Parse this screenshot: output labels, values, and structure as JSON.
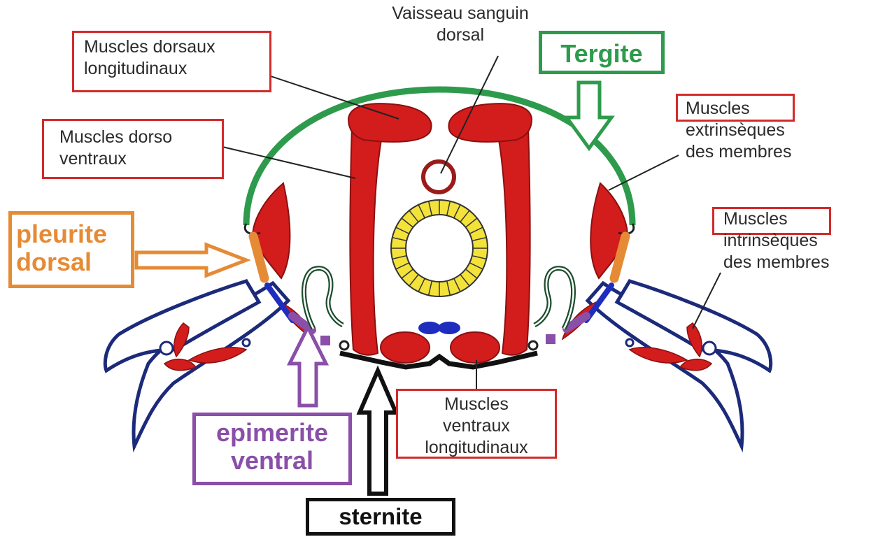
{
  "colors": {
    "tergite": "#2e9b4c",
    "pleurite": "#e58b35",
    "epimerite": "#8a4fa8",
    "sternite": "#111111",
    "muscle": "#d31c1c",
    "label_box": "#d42a2a",
    "intestine": "#f2e23a",
    "nerve": "#1f2dbf"
  },
  "labels": {
    "vaisseau": [
      "Vaisseau sanguin",
      "dorsal"
    ],
    "dorsaux_long": [
      "Muscles dorsaux",
      "longitudinaux"
    ],
    "dorso_ventraux": [
      "Muscles dorso",
      "ventraux"
    ],
    "extrinseques": [
      "Muscles",
      "extrinsèques",
      "des membres"
    ],
    "intrinseques": [
      "Muscles",
      "intrinsèques",
      "des membres"
    ],
    "ventraux_long": [
      "Muscles",
      "ventraux",
      "longitudinaux"
    ]
  },
  "structures": {
    "tergite": "Tergite",
    "pleurite": [
      "pleurite",
      "dorsal"
    ],
    "epimerite": [
      "epimerite",
      "ventral"
    ],
    "sternite": "sternite"
  }
}
